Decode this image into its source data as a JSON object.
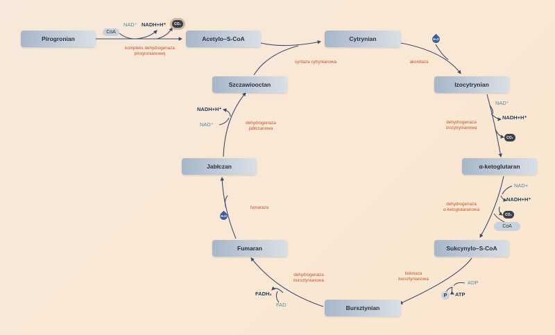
{
  "compounds": {
    "pirogronian": "Pirogronian",
    "acetylo": "Acetylo–S-CoA",
    "cytrynian": "Cytrynian",
    "izocytrynian": "Izocytrynian",
    "ketoglutaran": "α-ketoglutaran",
    "sukcynylo": "Sukcynylo–S-CoA",
    "bursztynian": "Bursztynian",
    "fumaran": "Fumaran",
    "jablczan": "Jabłczan",
    "szczawiooctan": "Szczawiooctan"
  },
  "enzymes": {
    "pdh_1": "kompleks dehydrogenaza",
    "pdh_2": "pirogronianowej",
    "cs": "syntaza cytrynianowa",
    "aco": "akonitaza",
    "idh_1": "dehydrogenaza",
    "idh_2": "izocytrynianowa",
    "kgdh_1": "dehydrogenaza",
    "kgdh_2": "α-ketoglutaranowa",
    "scs_1": "tiokinaza",
    "scs_2": "bursztynianowa",
    "sdh_1": "dehydrogenaza",
    "sdh_2": "bursztynianowa",
    "fum": "fumaraza",
    "mdh_1": "dehydrogenaza",
    "mdh_2": "jabłczanowa"
  },
  "cofactors": {
    "coa": "CoA",
    "nad": "NAD⁺",
    "nad_plus": "NAD+",
    "nadh": "NADH+H⁺",
    "co2": "CO₂",
    "h2o": "H₂O",
    "fad": "FAD",
    "fadh2": "FADH₂",
    "adp": "ADP",
    "atp": "ATP",
    "pi": "P"
  },
  "colors": {
    "arrow": "#3b4a6b",
    "enzyme_text": "#c0532a",
    "cofactor_light": "#4f8ca0",
    "cofactor_dark": "#1f3b57"
  }
}
